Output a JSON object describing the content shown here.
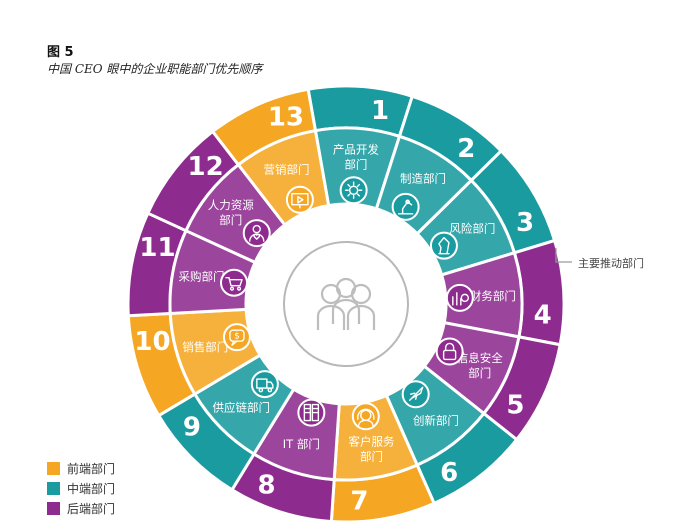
{
  "figure": {
    "title": "图 5",
    "subtitle": "中国 CEO 眼中的企业职能部门优先顺序"
  },
  "colors": {
    "front": "#f5a623",
    "middle": "#1a9ba0",
    "back": "#8d2c8e",
    "outline": "#ffffff"
  },
  "legend": [
    {
      "label": "前端部门",
      "category": "front"
    },
    {
      "label": "中端部门",
      "category": "middle"
    },
    {
      "label": "后端部门",
      "category": "back"
    }
  ],
  "core_bracket_label": "主要推动部门",
  "departments": [
    {
      "rank": "1",
      "lines": [
        "产品开发",
        "部门"
      ],
      "category": "middle",
      "icon": "gear-icon"
    },
    {
      "rank": "2",
      "lines": [
        "制造部门"
      ],
      "category": "middle",
      "icon": "robot-arm-icon"
    },
    {
      "rank": "3",
      "lines": [
        "风险部门"
      ],
      "category": "middle",
      "icon": "chess-knight-icon"
    },
    {
      "rank": "4",
      "lines": [
        "财务部门"
      ],
      "category": "back",
      "icon": "finance-chart-icon"
    },
    {
      "rank": "5",
      "lines": [
        "信息安全",
        "部门"
      ],
      "category": "back",
      "icon": "lock-icon"
    },
    {
      "rank": "6",
      "lines": [
        "创新部门"
      ],
      "category": "middle",
      "icon": "rocket-icon"
    },
    {
      "rank": "7",
      "lines": [
        "客户服务",
        "部门"
      ],
      "category": "front",
      "icon": "headset-icon"
    },
    {
      "rank": "8",
      "lines": [
        "IT 部门"
      ],
      "category": "back",
      "icon": "server-icon"
    },
    {
      "rank": "9",
      "lines": [
        "供应链部门"
      ],
      "category": "middle",
      "icon": "truck-icon"
    },
    {
      "rank": "10",
      "lines": [
        "销售部门"
      ],
      "category": "front",
      "icon": "dollar-bubble-icon"
    },
    {
      "rank": "11",
      "lines": [
        "采购部门"
      ],
      "category": "back",
      "icon": "cart-icon"
    },
    {
      "rank": "12",
      "lines": [
        "人力资源",
        "部门"
      ],
      "category": "back",
      "icon": "person-heart-icon"
    },
    {
      "rank": "13",
      "lines": [
        "营销部门"
      ],
      "category": "front",
      "icon": "presentation-icon"
    }
  ],
  "center_icon": "people-group-icon"
}
